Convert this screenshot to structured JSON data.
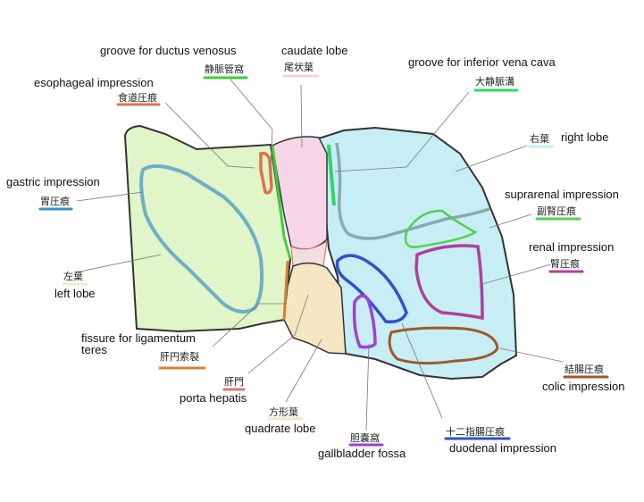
{
  "labels": {
    "ductus_venosus": {
      "en": "groove for ductus venosus",
      "jp": "静脈管窩",
      "color": "#3ccf3c"
    },
    "caudate": {
      "en": "caudate lobe",
      "jp": "尾状葉",
      "color": "#f7cfe3"
    },
    "ivc": {
      "en": "groove for inferior vena cava",
      "jp": "大静脈溝",
      "color": "#2ed66a"
    },
    "esophageal": {
      "en": "esophageal impression",
      "jp": "食道圧痕",
      "color": "#e0704a"
    },
    "right_lobe": {
      "en": "right lobe",
      "jp": "右葉",
      "color": "#c7eef4"
    },
    "gastric": {
      "en": "gastric impression",
      "jp": "胃圧痕",
      "color": "#3d8fc7"
    },
    "suprarenal": {
      "en": "suprarenal impression",
      "jp": "副腎圧痕",
      "color": "#4fd14f"
    },
    "left_lobe": {
      "en": "left lobe",
      "jp": "左葉",
      "color": "#e0f5c8"
    },
    "renal": {
      "en": "renal impression",
      "jp": "腎圧痕",
      "color": "#b0409a"
    },
    "lig_teres": {
      "en1": "fissure for ligamentum",
      "en2": "teres",
      "jp": "肝円索裂",
      "color": "#d98030"
    },
    "porta": {
      "en": "porta hepatis",
      "jp": "肝門",
      "color": "#e07070"
    },
    "colic": {
      "en": "colic impression",
      "jp": "結腸圧痕",
      "color": "#a0582a"
    },
    "quadrate": {
      "en": "quadrate lobe",
      "jp": "方形葉",
      "color": "#f5e6c4"
    },
    "gallbladder": {
      "en": "gallbladder fossa",
      "jp": "胆嚢窩",
      "color": "#a040d0"
    },
    "duodenal": {
      "en": "duodenal impression",
      "jp": "十二指腸圧痕",
      "color": "#3050d0"
    }
  }
}
